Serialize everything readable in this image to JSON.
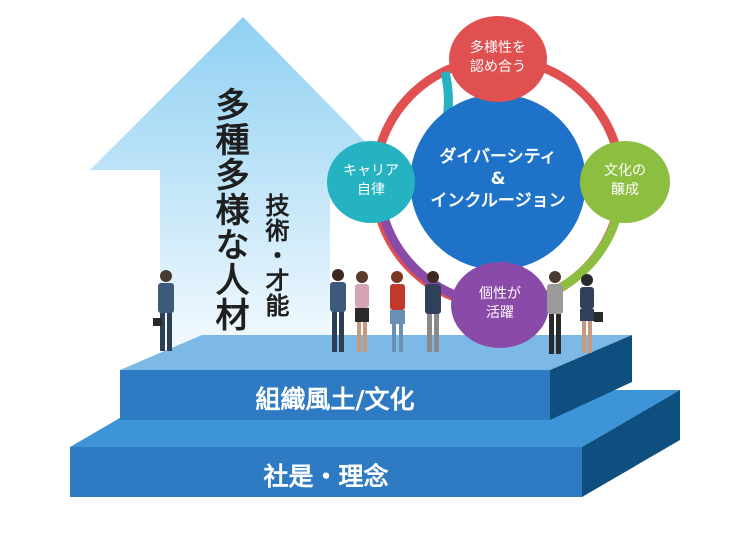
{
  "arrow": {
    "main_text": "多種多様な人材",
    "sub_text": "技術・才能"
  },
  "cycle": {
    "center_line1": "ダイバーシティ",
    "center_line2": "&",
    "center_line3": "インクルージョン",
    "top_line1": "多様性を",
    "top_line2": "認め合う",
    "left_line1": "キャリア",
    "left_line2": "自律",
    "right_line1": "文化の",
    "right_line2": "醸成",
    "bottom_line1": "個性が",
    "bottom_line2": "活躍"
  },
  "steps": {
    "upper": "組織風土/文化",
    "lower": "社是・理念"
  },
  "colors": {
    "arrow_top": "#8fd0f2",
    "arrow_bottom": "#eaf6fd",
    "center_circle": "#1e73c8",
    "top_circle": "#e05050",
    "left_circle": "#25b3c2",
    "right_circle": "#8cbf3f",
    "bottom_circle": "#8a4aa8",
    "step_front": "#2e7bc4",
    "step_top": "#3d94d6",
    "step_side": "#0f4f7f"
  }
}
